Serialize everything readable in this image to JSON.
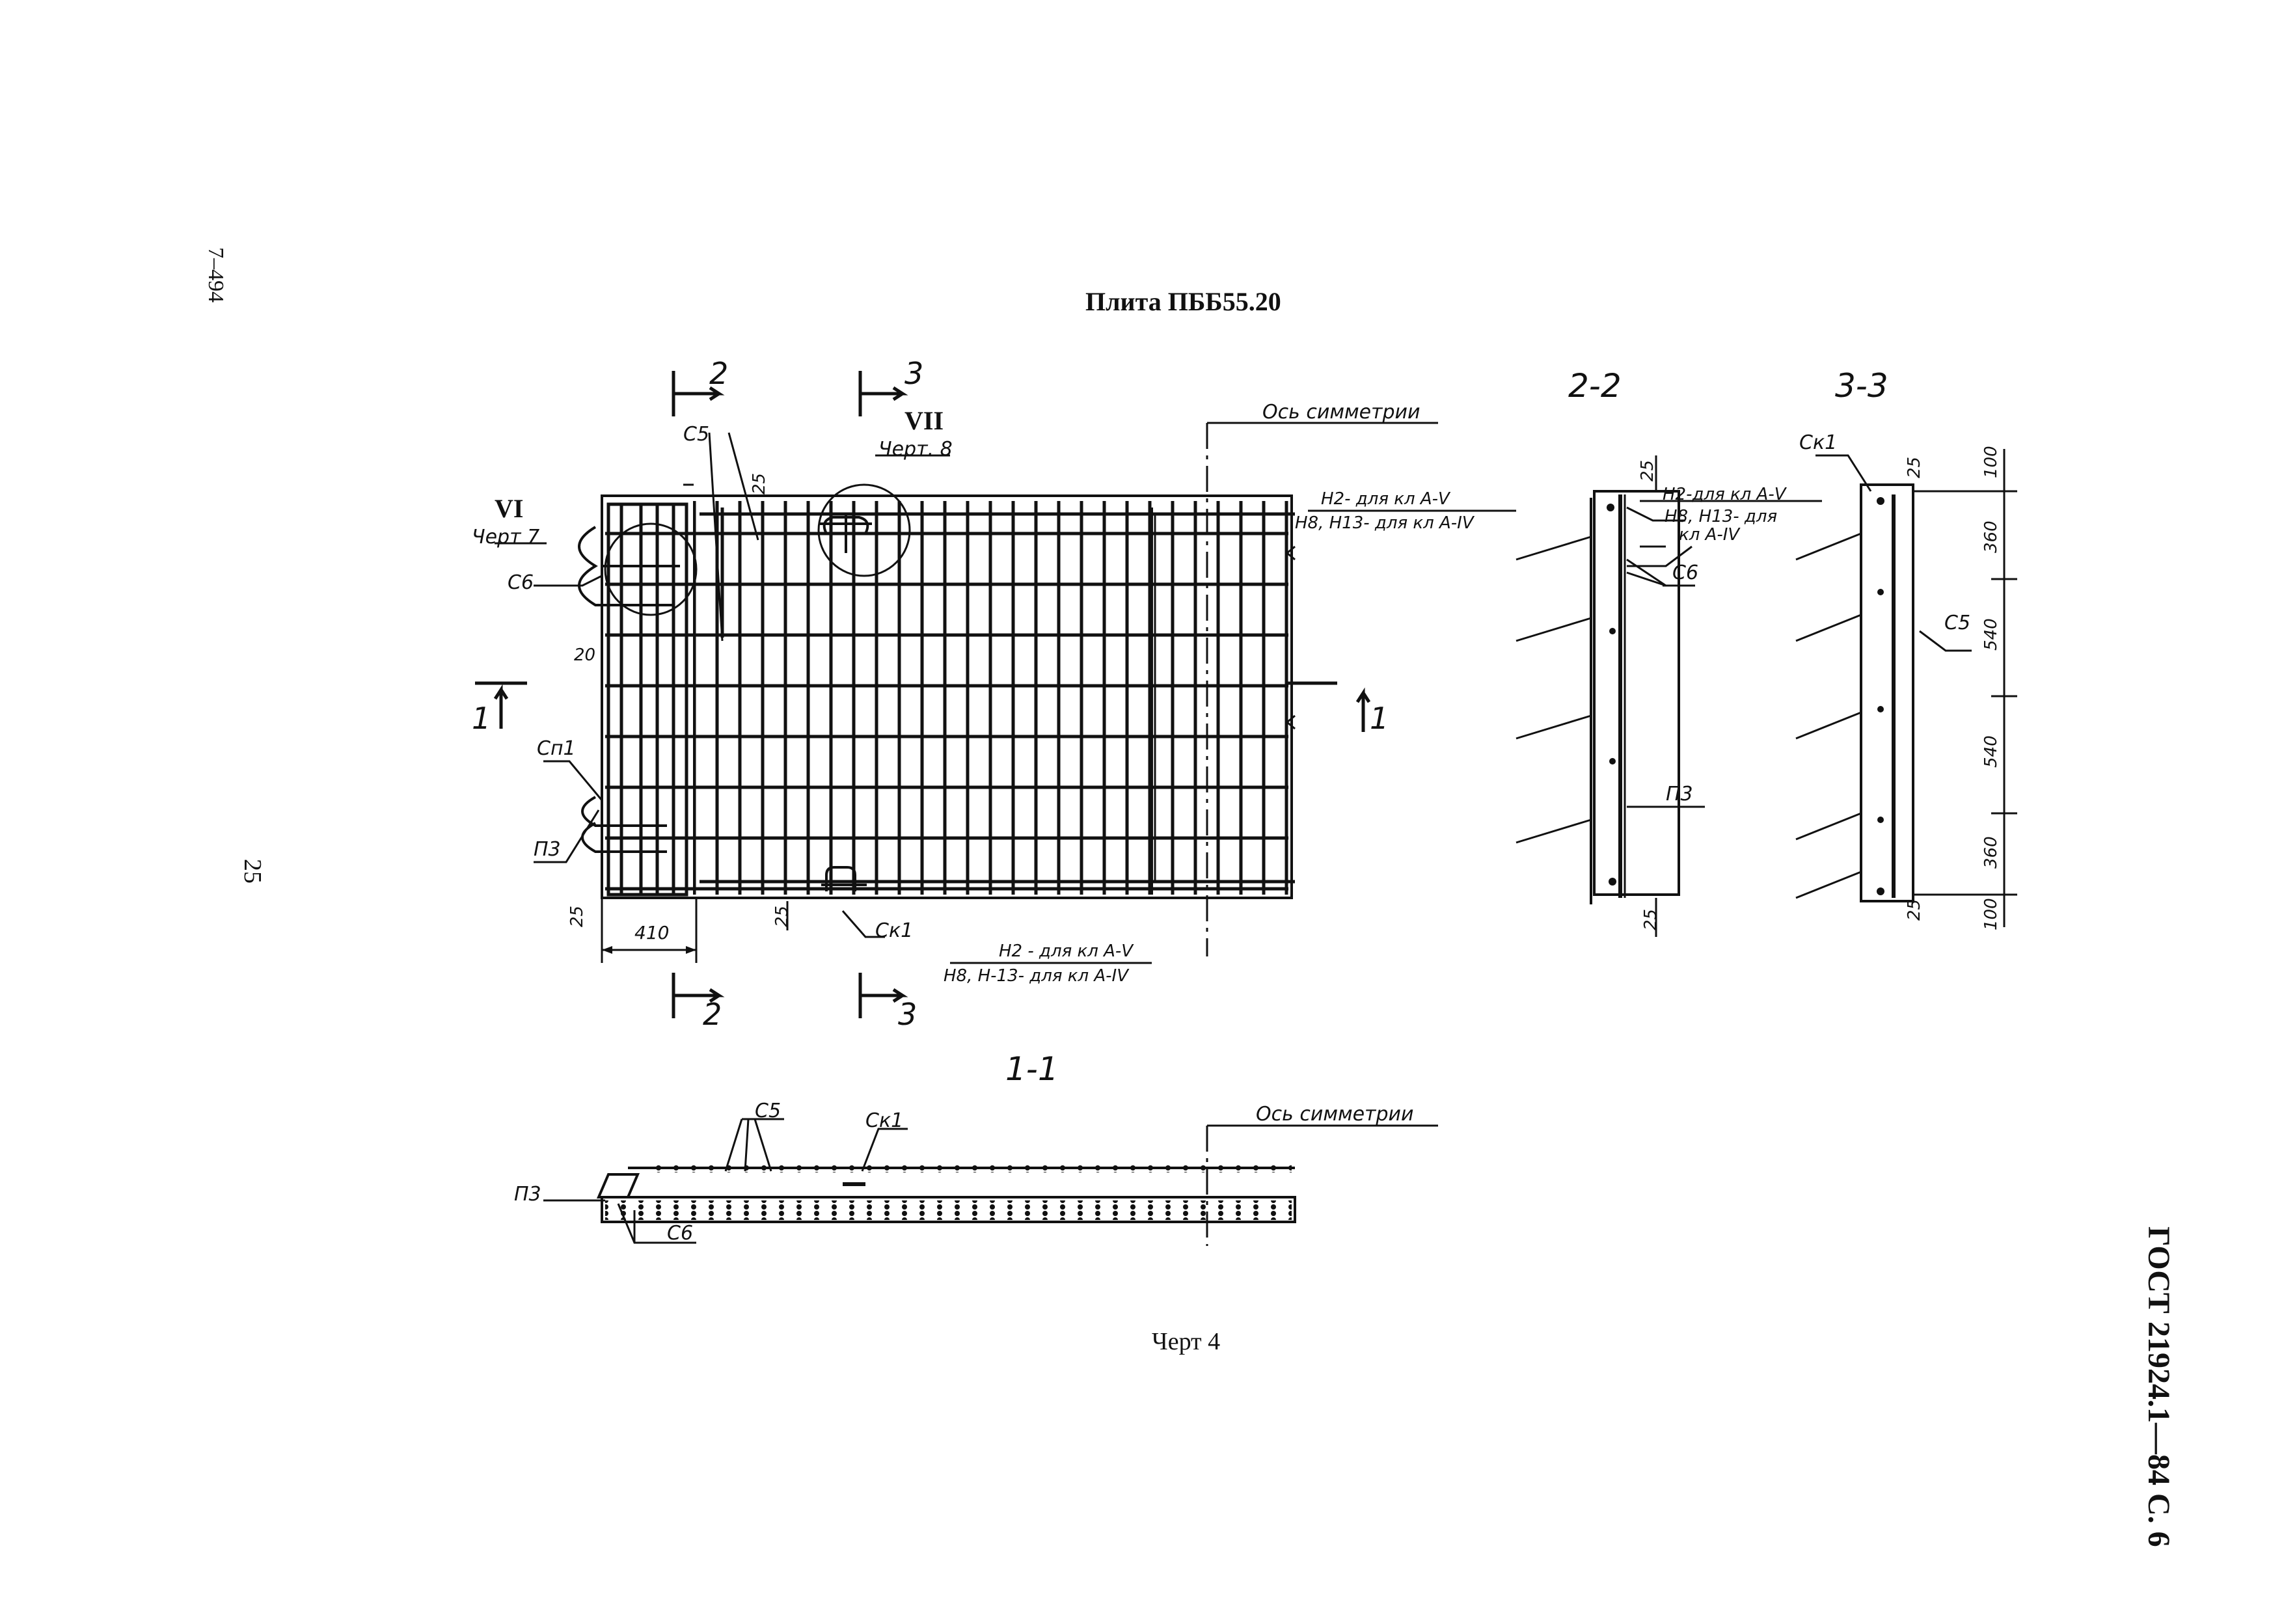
{
  "page": {
    "side_code": "7–494",
    "page_number": "25",
    "title": "Плита ПББ55.20",
    "caption": "Черт 4",
    "standard": "ГОСТ 21924.1—84 С. 6"
  },
  "plan": {
    "cut_2_top": "2",
    "cut_3_top": "3",
    "cut_2_bottom": "2",
    "cut_3_bottom": "3",
    "cut_1_left": "1",
    "cut_1_right": "1",
    "symmetry_axis": "Ось симметрии",
    "detail_vii": "VII",
    "detail_vii_ref": "Черт. 8",
    "detail_vi": "VI",
    "detail_vi_ref": "Черт 7",
    "label_c5": "С5",
    "label_c6": "С6",
    "label_cp1": "Сп1",
    "label_p3": "П3",
    "label_ck1": "Ск1",
    "dim_25_top": "25",
    "dim_20": "20",
    "dim_25_left": "25",
    "dim_410": "410",
    "dim_25_bottom": "25",
    "note_h2_top": "Н2- для кл А-V",
    "note_h8_top": "Н8, Н13- для кл А-IV",
    "note_h2_bottom": "Н2 - для кл А-V",
    "note_h8_bottom": "Н8, Н-13- для кл А-IV"
  },
  "section_22": {
    "title": "2-2",
    "dim_25_top": "25",
    "note_h2": "Н2-для кл А-V",
    "note_h8": "Н8, Н13- для",
    "note_h8_cont": "кл А-IV",
    "label_c6": "С6",
    "label_p3": "П3",
    "dim_25_bottom": "25"
  },
  "section_33": {
    "title": "3-3",
    "label_ck1": "Ск1",
    "label_c5": "С5",
    "dim_25_top": "25",
    "dim_25_bottom": "25",
    "dims": [
      "100",
      "360",
      "540",
      "540",
      "360",
      "100"
    ]
  },
  "section_11": {
    "title": "1-1",
    "label_c5": "С5",
    "label_ck1": "Ск1",
    "label_p3": "П3",
    "label_c6": "С6",
    "symmetry_axis": "Ось симметрии"
  }
}
